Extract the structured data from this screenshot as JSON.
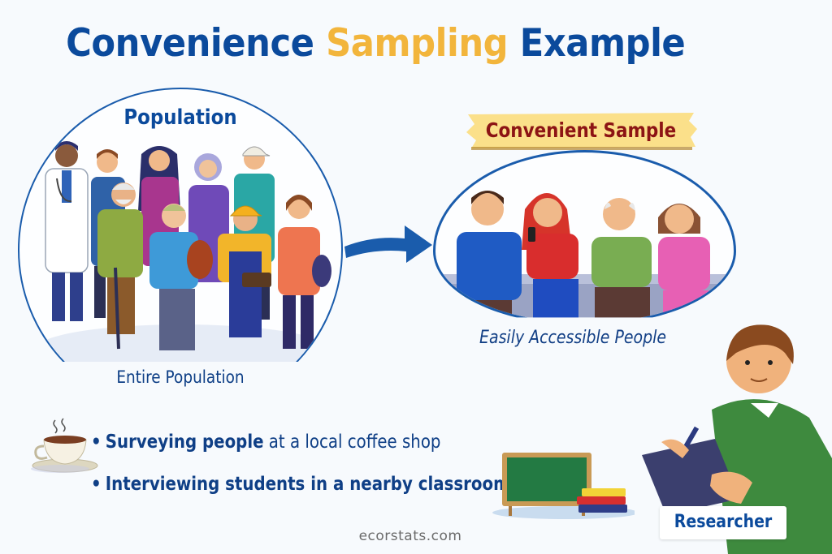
{
  "title": {
    "part1": "Convenience",
    "part2": "Sampling",
    "part3": "Example"
  },
  "population": {
    "heading": "Population",
    "caption": "Entire Population",
    "people": [
      "doctor",
      "young-man-blue",
      "woman-purple",
      "elderly-man-cane",
      "woman-hijab",
      "boy-backpack",
      "construction-worker",
      "man-teal-cap",
      "woman-orange-bag"
    ]
  },
  "arrow": {
    "direction": "right",
    "color": "#1a5cac"
  },
  "sample": {
    "banner": "Convenient Sample",
    "caption": "Easily Accessible People",
    "people": [
      "man-blue-shirt",
      "woman-red-phone",
      "elderly-man-green",
      "woman-pink"
    ]
  },
  "examples": [
    {
      "bold": "Surveying people",
      "rest": " at a local coffee shop",
      "icon": "coffee-cup-icon"
    },
    {
      "bold": "Interviewing students in a nearby classroom",
      "rest": "",
      "icon": "chalkboard-icon"
    }
  ],
  "researcher": {
    "label": "Researcher"
  },
  "footer": "ecorstats.com",
  "colors": {
    "primary": "#0b4a9c",
    "accent": "#f2b53c",
    "banner_bg": "#fbe08a",
    "banner_text": "#8c1414",
    "background": "#f7fafd"
  }
}
